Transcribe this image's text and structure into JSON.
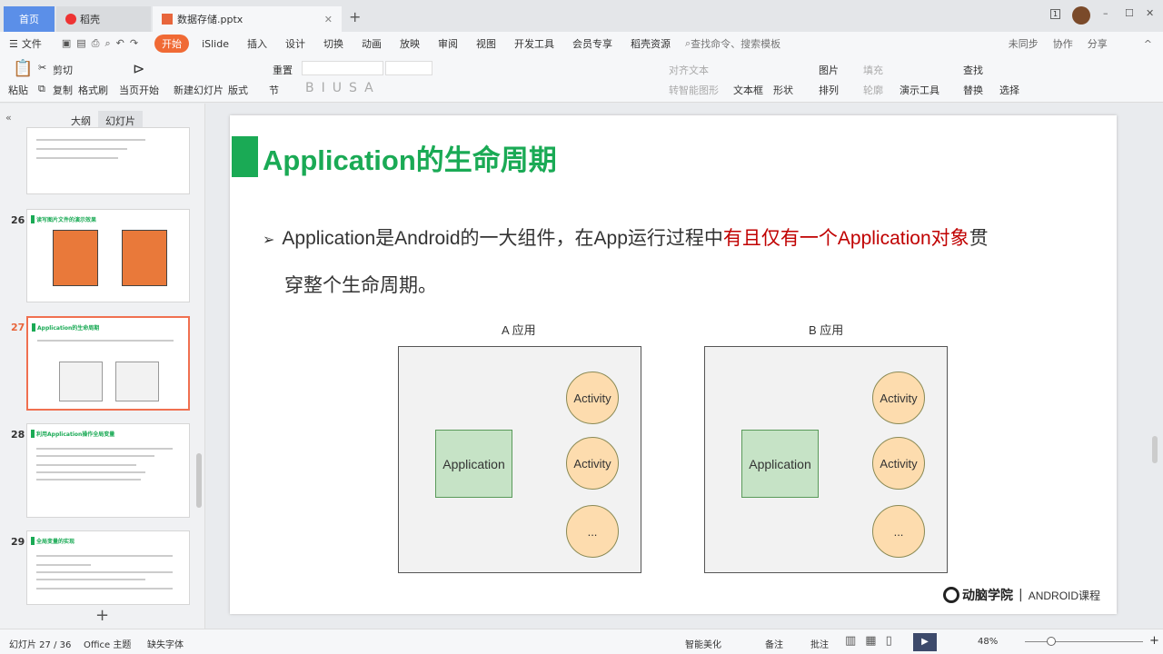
{
  "tabs": {
    "home": "首页",
    "daoke": "稻壳",
    "file": "数据存储.pptx"
  },
  "window": {
    "badge": "1"
  },
  "menu": {
    "file": "文件",
    "items": [
      "开始",
      "iSlide",
      "插入",
      "设计",
      "切换",
      "动画",
      "放映",
      "审阅",
      "视图",
      "开发工具",
      "会员专享",
      "稻壳资源"
    ],
    "search_placeholder": "查找命令、搜索模板",
    "sync": "未同步",
    "collab": "协作",
    "share": "分享"
  },
  "ribbon": {
    "paste": "粘贴",
    "cut": "剪切",
    "copy": "复制",
    "format_painter": "格式刷",
    "play_current": "当页开始",
    "new_slide": "新建幻灯片",
    "layout": "版式",
    "reset": "重置",
    "section": "节",
    "align_text": "对齐文本",
    "smartart": "转智能图形",
    "textbox": "文本框",
    "shape": "形状",
    "picture": "图片",
    "fill": "填充",
    "arrange": "排列",
    "outline": "轮廓",
    "present_tools": "演示工具",
    "find": "查找",
    "replace": "替换",
    "select": "选择"
  },
  "panel": {
    "outline_tab": "大纲",
    "slides_tab": "幻灯片",
    "thumbs": [
      {
        "num": "26",
        "title": "读写图片文件的演示效果"
      },
      {
        "num": "27",
        "title": "Application的生命周期"
      },
      {
        "num": "28",
        "title": "利用Application操作全局变量"
      },
      {
        "num": "29",
        "title": "全局变量的实现"
      }
    ]
  },
  "slide": {
    "title": "Application的生命周期",
    "bullet_pre": "Application是Android的一大组件，在App运行过程中",
    "bullet_red": "有且仅有一个Application对象",
    "bullet_post": "贯",
    "bullet_line2": "穿整个生命周期。",
    "diagram": {
      "a_label": "A 应用",
      "b_label": "B 应用",
      "app": "Application",
      "activity": "Activity",
      "more": "..."
    },
    "footer_brand": "动脑学院",
    "footer_course": "ANDROID课程",
    "accent": "#1aaa55",
    "red": "#c00000"
  },
  "status": {
    "slide_count": "幻灯片 27 / 36",
    "theme": "Office 主题",
    "missing_font": "缺失字体",
    "beautify": "智能美化",
    "notes": "备注",
    "comment": "批注",
    "zoom": "48%"
  }
}
